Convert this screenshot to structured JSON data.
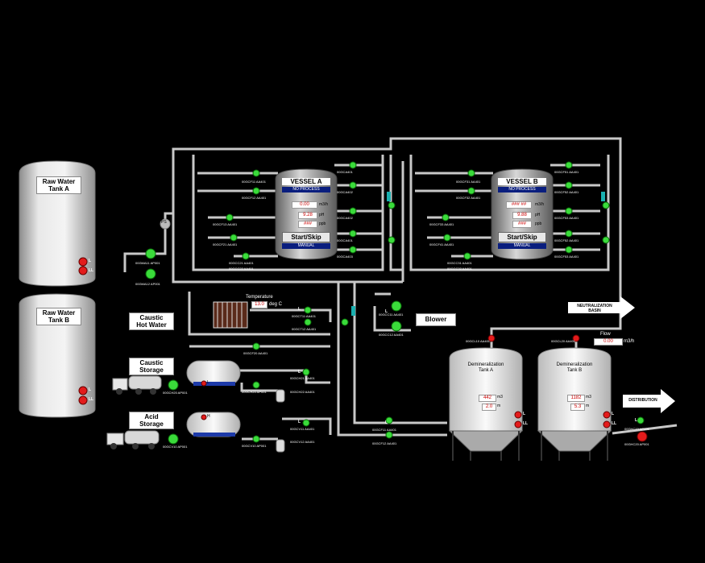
{
  "tanks": {
    "raw_a": "Raw Water\nTank A",
    "raw_b": "Raw Water\nTank B",
    "caustic_hot": "Caustic\nHot Water",
    "caustic_storage": "Caustic\nStorage",
    "acid_storage": "Acid\nStorage",
    "blower": "Blower"
  },
  "vessel_a": {
    "title": "VESSEL  A",
    "status": "NO PROCESS",
    "flow_value": "0.00",
    "flow_unit": "m3/h",
    "ph_value": "9.28",
    "ph_unit": "pH",
    "ppb_value": "###",
    "ppb_unit": "ppb",
    "button": "Start/Skip",
    "mode": "MANUAL"
  },
  "vessel_b": {
    "title": "VESSEL  B",
    "status": "NO PROCESS",
    "flow_value": "### ##",
    "flow_unit": "m3/h",
    "ph_value": "9.88",
    "ph_unit": "pH",
    "ppb_value": "###",
    "ppb_unit": "ppb",
    "button": "Start/Skip",
    "mode": "MANUAL"
  },
  "temperature": {
    "label": "Temperature",
    "value": "13.0",
    "unit": "deg C"
  },
  "ps_label": "PS",
  "neutralization": "NEUTRALIZATION\nBASIN",
  "distribution": "DISTRIBUTION",
  "flow": {
    "label": "Flow",
    "value": "0.00",
    "unit": "m3/h"
  },
  "demin_a": {
    "title": "Demineralization\nTank A",
    "volume": "442",
    "volume_unit": "m3",
    "level": "2.0",
    "level_unit": "m"
  },
  "demin_b": {
    "title": "Demineralization\nTank B",
    "volume": "1182",
    "volume_unit": "m3",
    "level": "5.3",
    "level_unit": "m"
  },
  "indicators": {
    "L": "L",
    "LL": "LL",
    "H": "H"
  },
  "tags": {
    "gmai1": "00GMA11 AP001",
    "gmai2": "00GMA12 AP001",
    "cf11": "00GCF11 AA401",
    "cf12": "00GCF12 AA401",
    "cf13": "00GCF13 AA401",
    "cf21": "00GCF21 AA401",
    "cc21": "00GCC21 AA401",
    "cc22": "00GCC22 AA401",
    "ca401": "00GCA401",
    "ca402": "00GCA402",
    "ca403": "00GCA403",
    "cf31": "00GCF31 AA401",
    "cf32": "00GCF32 AA401",
    "cf33": "00GCF33 AA401",
    "cf41": "00GCF41 AA401",
    "cc31": "00GCC31 AA401",
    "cc32": "00GCC32 AA401",
    "cf51": "00GCF51 AA401",
    "cf52": "00GCF52 AA401",
    "cf53": "00GCF53 AA401",
    "cct11": "00GCT11 AA401",
    "cct12": "00GCT12 AA401",
    "ccf20": "00GCF20 AA401",
    "chc21": "00GCH21 AA401",
    "chc22": "00GCH22 AA401",
    "chc20": "00GCH20 AP001",
    "cvc11": "00GCV11 AA401",
    "cvc12": "00GCV12 AA401",
    "cvc10": "00GCV10 AP001",
    "cvc10b": "00GCV10 AP001",
    "gcc11": "00GCC11 AA401",
    "gcc12": "00GCC12 AA401",
    "gcf11": "00GCF11 AA401",
    "gcf12": "00GCF12 AA401",
    "gcl10": "00GCL10 AA401",
    "gcl20": "00GCL20 AA401",
    "ghc10": "00GHC10 AP001",
    "ghc20": "00GHC20 AP001"
  }
}
